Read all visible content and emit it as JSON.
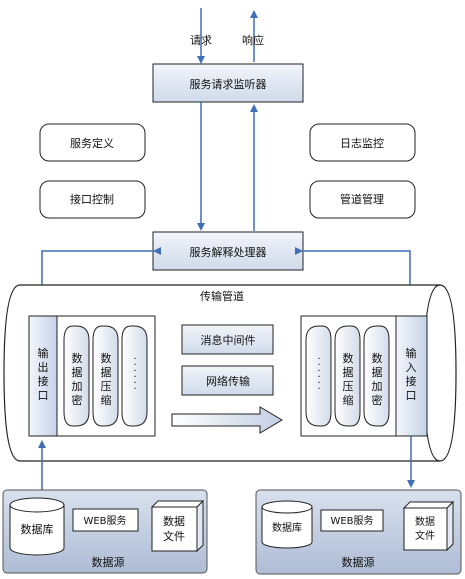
{
  "diagram": {
    "request_label": "请求",
    "response_label": "响应",
    "listener": "服务请求监听器",
    "service_definition": "服务定义",
    "interface_control": "接口控制",
    "log_monitor": "日志监控",
    "pipe_management": "管道管理",
    "parser": "服务解释处理器",
    "pipe_title": "传输管道",
    "output_interface": [
      "输",
      "出",
      "接",
      "口"
    ],
    "input_interface": [
      "输",
      "入",
      "接",
      "口"
    ],
    "data_encrypt": [
      "数",
      "据",
      "加",
      "密"
    ],
    "data_compress": [
      "数",
      "据",
      "压",
      "缩"
    ],
    "dots": [
      "·",
      "·",
      "·",
      "·",
      "·",
      "·"
    ],
    "message_middleware": "消息中间件",
    "network_transfer": "网络传输",
    "left_source": {
      "database": "数据库",
      "web_service": "WEB服务",
      "data_file": [
        "数据",
        "文件"
      ],
      "caption": "数据源"
    },
    "right_source": {
      "database": "数据库",
      "web_service": "WEB服务",
      "data_file": [
        "数据",
        "文件"
      ],
      "caption": "数据源"
    }
  },
  "colors": {
    "line": "#000000",
    "arrow": "#3f6fb6",
    "box_fill": "#dde6f3",
    "box_fill_light": "#eef2f8",
    "source_panel": "#c8d3e6"
  }
}
